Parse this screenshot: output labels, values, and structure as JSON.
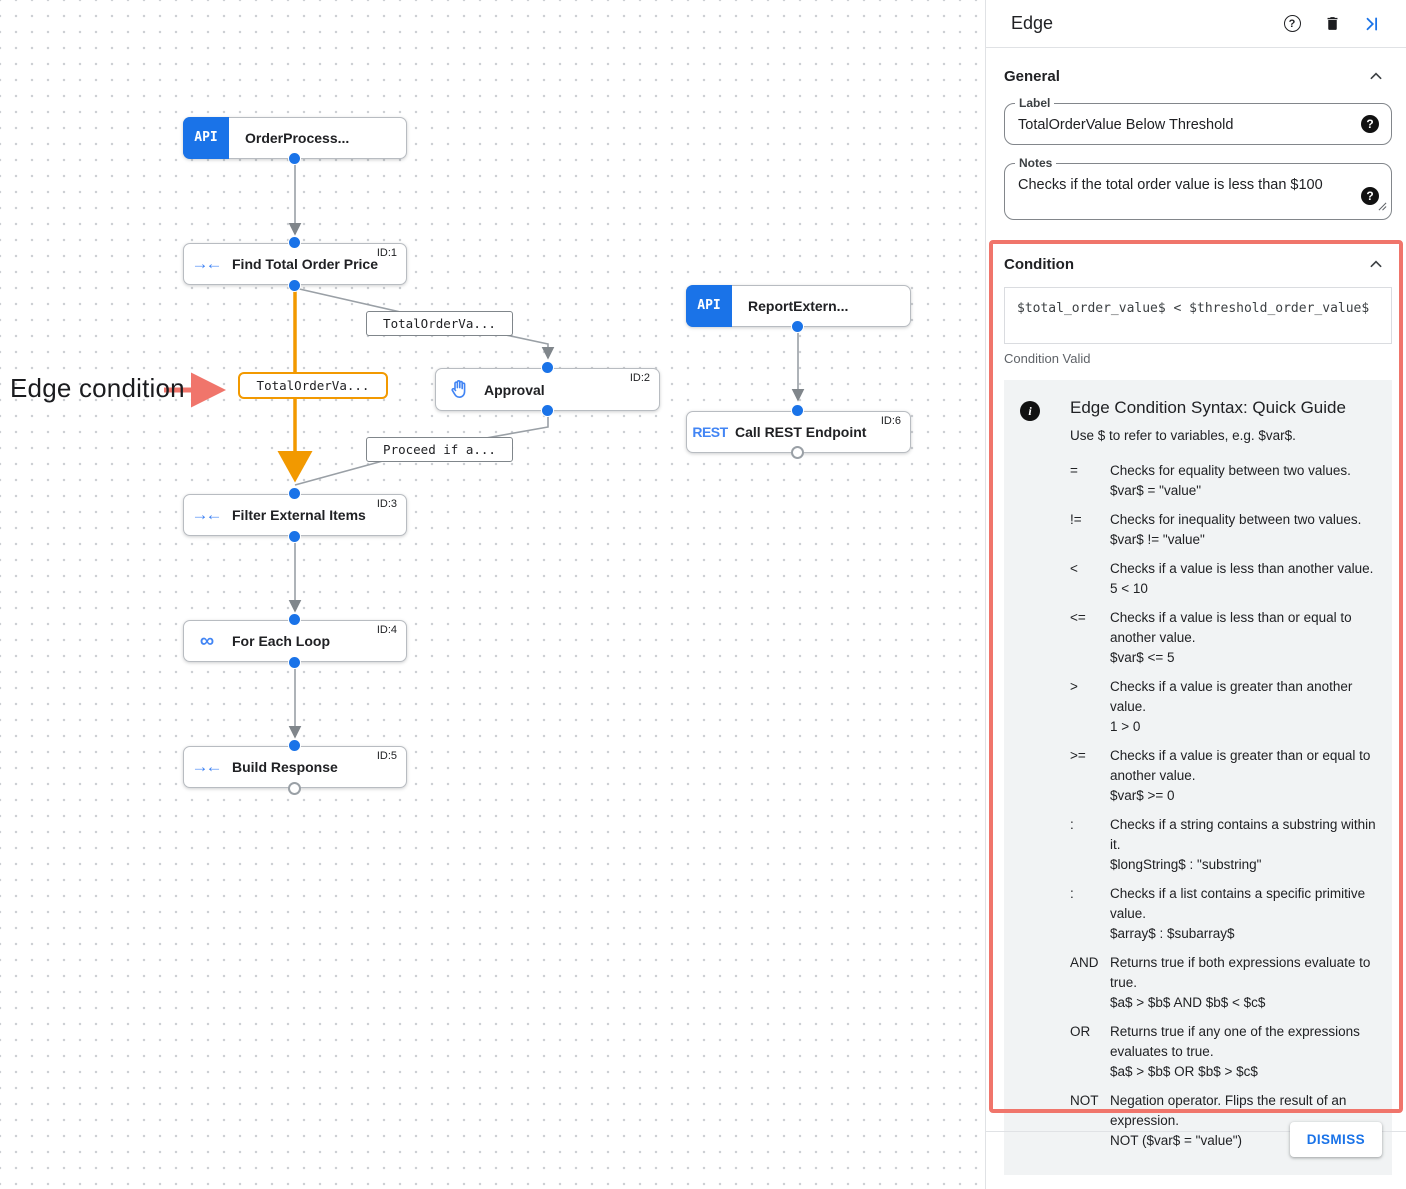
{
  "colors": {
    "accent_blue": "#1a73e8",
    "icon_blue": "#4285f4",
    "edge_orange": "#f29900",
    "annotation_red": "#f0756b",
    "guide_bg": "#f1f3f4"
  },
  "icons": {
    "question": "?",
    "info": "i",
    "loop_glyph": "∞",
    "data_mapping_glyph": "→←"
  },
  "canvas": {
    "annotation": "Edge condition",
    "nodes": [
      {
        "title": "OrderProcess...",
        "id": "",
        "icon_label": "API"
      },
      {
        "title": "Find Total Order Price",
        "id": "ID:1",
        "icon_label": ""
      },
      {
        "title": "Approval",
        "id": "ID:2",
        "icon_label": ""
      },
      {
        "title": "Filter External Items",
        "id": "ID:3",
        "icon_label": ""
      },
      {
        "title": "For Each Loop",
        "id": "ID:4",
        "icon_label": ""
      },
      {
        "title": "Build Response",
        "id": "ID:5",
        "icon_label": ""
      },
      {
        "title": "ReportExtern...",
        "id": "",
        "icon_label": "API"
      },
      {
        "title": "Call REST Endpoint",
        "id": "ID:6",
        "icon_label": "REST"
      }
    ],
    "edge_labels": [
      {
        "text": "TotalOrderVa..."
      },
      {
        "text": "TotalOrderVa..."
      },
      {
        "text": "Proceed if a..."
      }
    ]
  },
  "panel": {
    "title": "Edge",
    "general": {
      "heading": "General",
      "label_field": {
        "label": "Label",
        "value": "TotalOrderValue Below Threshold"
      },
      "notes_field": {
        "label": "Notes",
        "value": "Checks if the total order value is less than $100"
      }
    },
    "condition": {
      "heading": "Condition",
      "expression": "$total_order_value$ < $threshold_order_value$",
      "status": "Condition Valid",
      "guide": {
        "title": "Edge Condition Syntax: Quick Guide",
        "intro": "Use $ to refer to variables, e.g. $var$.",
        "operators": [
          {
            "op": "=",
            "desc": "Checks for equality between two values.",
            "example": "$var$ = \"value\""
          },
          {
            "op": "!=",
            "desc": "Checks for inequality between two values.",
            "example": "$var$ != \"value\""
          },
          {
            "op": "<",
            "desc": "Checks if a value is less than another value.",
            "example": "5 < 10"
          },
          {
            "op": "<=",
            "desc": "Checks if a value is less than or equal to another value.",
            "example": "$var$ <= 5"
          },
          {
            "op": ">",
            "desc": "Checks if a value is greater than another value.",
            "example": "1 > 0"
          },
          {
            "op": ">=",
            "desc": "Checks if a value is greater than or equal to another value.",
            "example": "$var$ >= 0"
          },
          {
            "op": ":",
            "desc": "Checks if a string contains a substring within it.",
            "example": "$longString$ : \"substring\""
          },
          {
            "op": ":",
            "desc": "Checks if a list contains a specific primitive value.",
            "example": "$array$ : $subarray$"
          },
          {
            "op": "AND",
            "desc": "Returns true if both expressions evaluate to true.",
            "example": "$a$ > $b$ AND $b$ < $c$"
          },
          {
            "op": "OR",
            "desc": "Returns true if any one of the expressions evaluates to true.",
            "example": "$a$ > $b$ OR $b$ > $c$"
          },
          {
            "op": "NOT",
            "desc": "Negation operator. Flips the result of an expression.",
            "example": "NOT ($var$ = \"value\")"
          }
        ]
      }
    },
    "dismiss_label": "DISMISS"
  }
}
